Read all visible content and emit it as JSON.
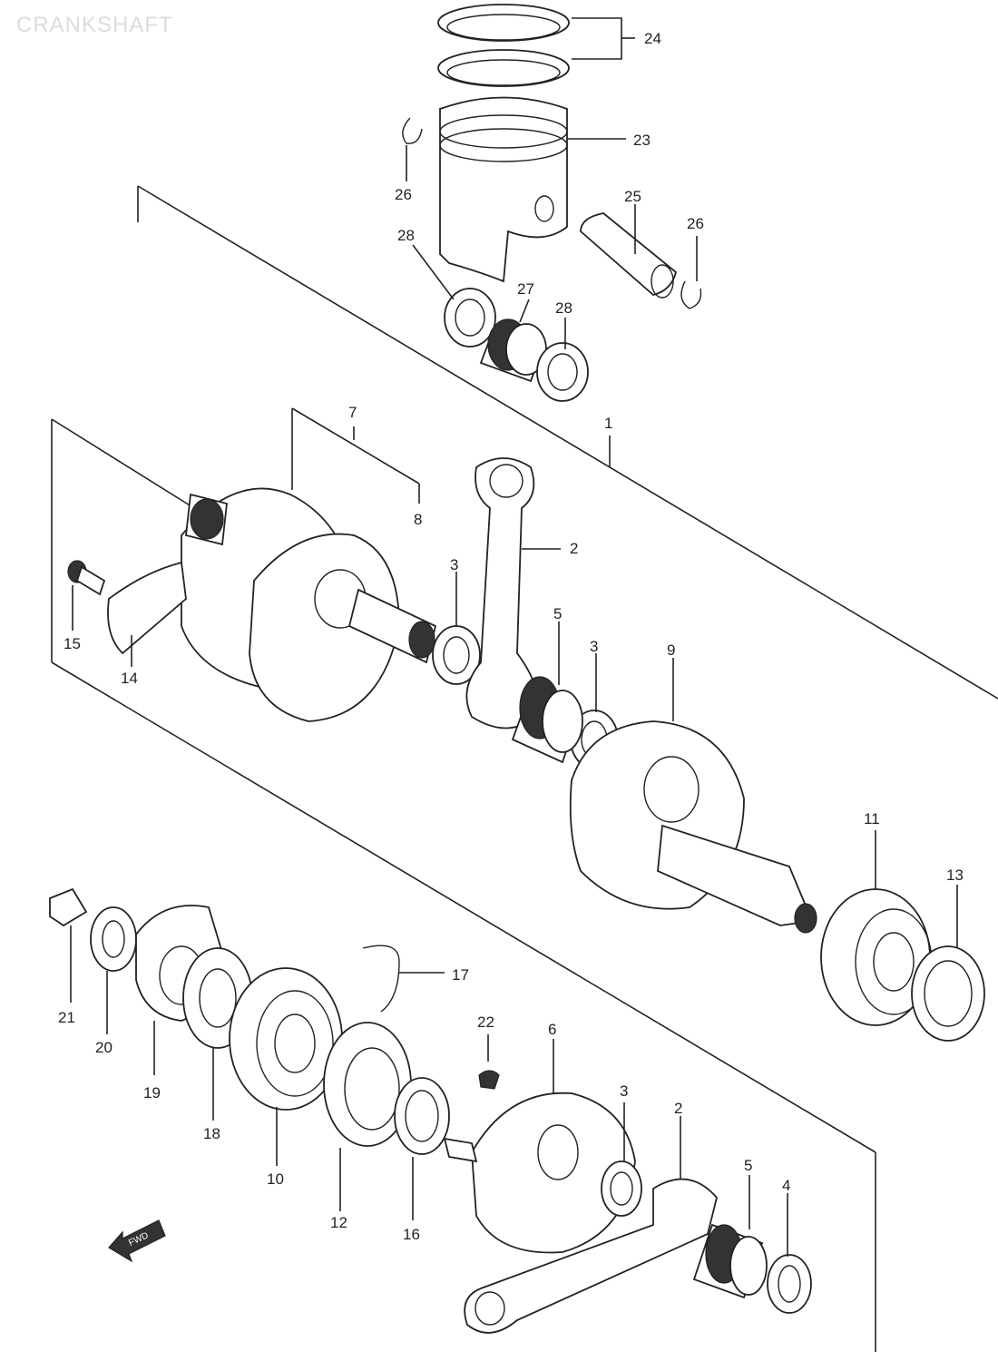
{
  "watermark": "CRANKSHAFT",
  "fwd_label": "FWD",
  "callouts": [
    "24",
    "23",
    "26",
    "25",
    "26",
    "28",
    "27",
    "28",
    "1",
    "7",
    "8",
    "2",
    "3",
    "5",
    "3",
    "9",
    "15",
    "14",
    "11",
    "13",
    "17",
    "21",
    "20",
    "19",
    "18",
    "22",
    "10",
    "12",
    "16",
    "6",
    "3",
    "2",
    "5",
    "4"
  ]
}
